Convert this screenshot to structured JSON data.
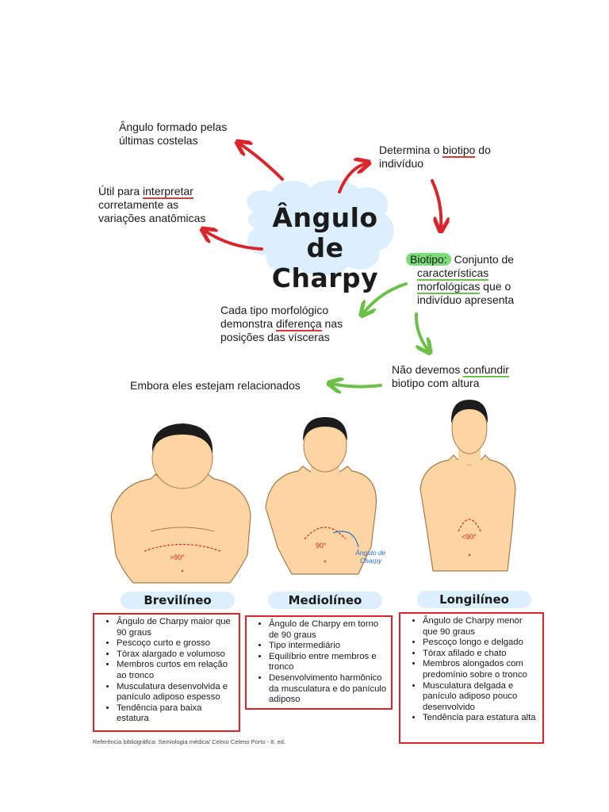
{
  "title_line1": "Ângulo de",
  "title_line2": "Charpy",
  "notes": {
    "top_left_1": "Ângulo formado pelas",
    "top_left_2": "últimas costelas",
    "left_1_pre": "Útil para ",
    "left_1_hl": "interpretar",
    "left_2": "corretamente as",
    "left_3": "variações anatômicas",
    "top_right_1_pre": "Determina o ",
    "top_right_1_hl": "biotipo",
    "top_right_1_post": " do",
    "top_right_2": "indivíduo",
    "biotipo_label": "Biotipo:",
    "biotipo_1_post": " Conjunto de",
    "biotipo_2": "características",
    "biotipo_3_hl": "morfológicas",
    "biotipo_3_post": " que o",
    "biotipo_4": "indivíduo apresenta",
    "mid_left_1": "Cada tipo morfológico",
    "mid_left_2_pre": "demonstra ",
    "mid_left_2_hl": "diferença",
    "mid_left_2_post": " nas",
    "mid_left_3": "posições das vísceras",
    "confundir_1_pre": "Não devemos ",
    "confundir_1_hl": "confundir",
    "confundir_2": "biotipo com altura",
    "related": "Embora eles estejam relacionados"
  },
  "figures": {
    "brevi_angle": ">90°",
    "medio_angle": "90°",
    "longi_angle": "<90°",
    "angle_annotation_1": "Ângulo de",
    "angle_annotation_2": "Charpy"
  },
  "types": [
    {
      "label": "Brevilíneo",
      "items": [
        "Ângulo de Charpy maior que 90 graus",
        "Pescoço curto e grosso",
        "Tórax alargado e volumoso",
        "Membros curtos em relação ao tronco",
        "Musculatura desenvolvida e panículo adiposo espesso",
        "Tendência para baixa estatura"
      ]
    },
    {
      "label": "Mediolíneo",
      "items": [
        "Ângulo de Charpy em torno de 90 graus",
        "Tipo intermediário",
        "Equilíbrio entre membros e tronco",
        "Desenvolvimento harmônico da musculatura e do panículo adiposo"
      ]
    },
    {
      "label": "Longilíneo",
      "items": [
        "Ângulo de Charpy menor que 90 graus",
        "Pescoço longo e delgado",
        "Tórax afilado e chato",
        "Membros alongados com predomínio sobre o tronco",
        "Musculatura delgada e panículo adiposo pouco desenvolvido",
        "Tendência para estatura alta"
      ]
    }
  ],
  "reference": "Referência bibliográfica: Semiologia médica/ Celmo Celeno Porto - 8. ed.",
  "colors": {
    "red_arrow": "#d9262c",
    "green_arrow": "#6cc04a",
    "cloud": "#dcefff",
    "skin": "#fcd5a2",
    "hair": "#1c1c1c"
  }
}
